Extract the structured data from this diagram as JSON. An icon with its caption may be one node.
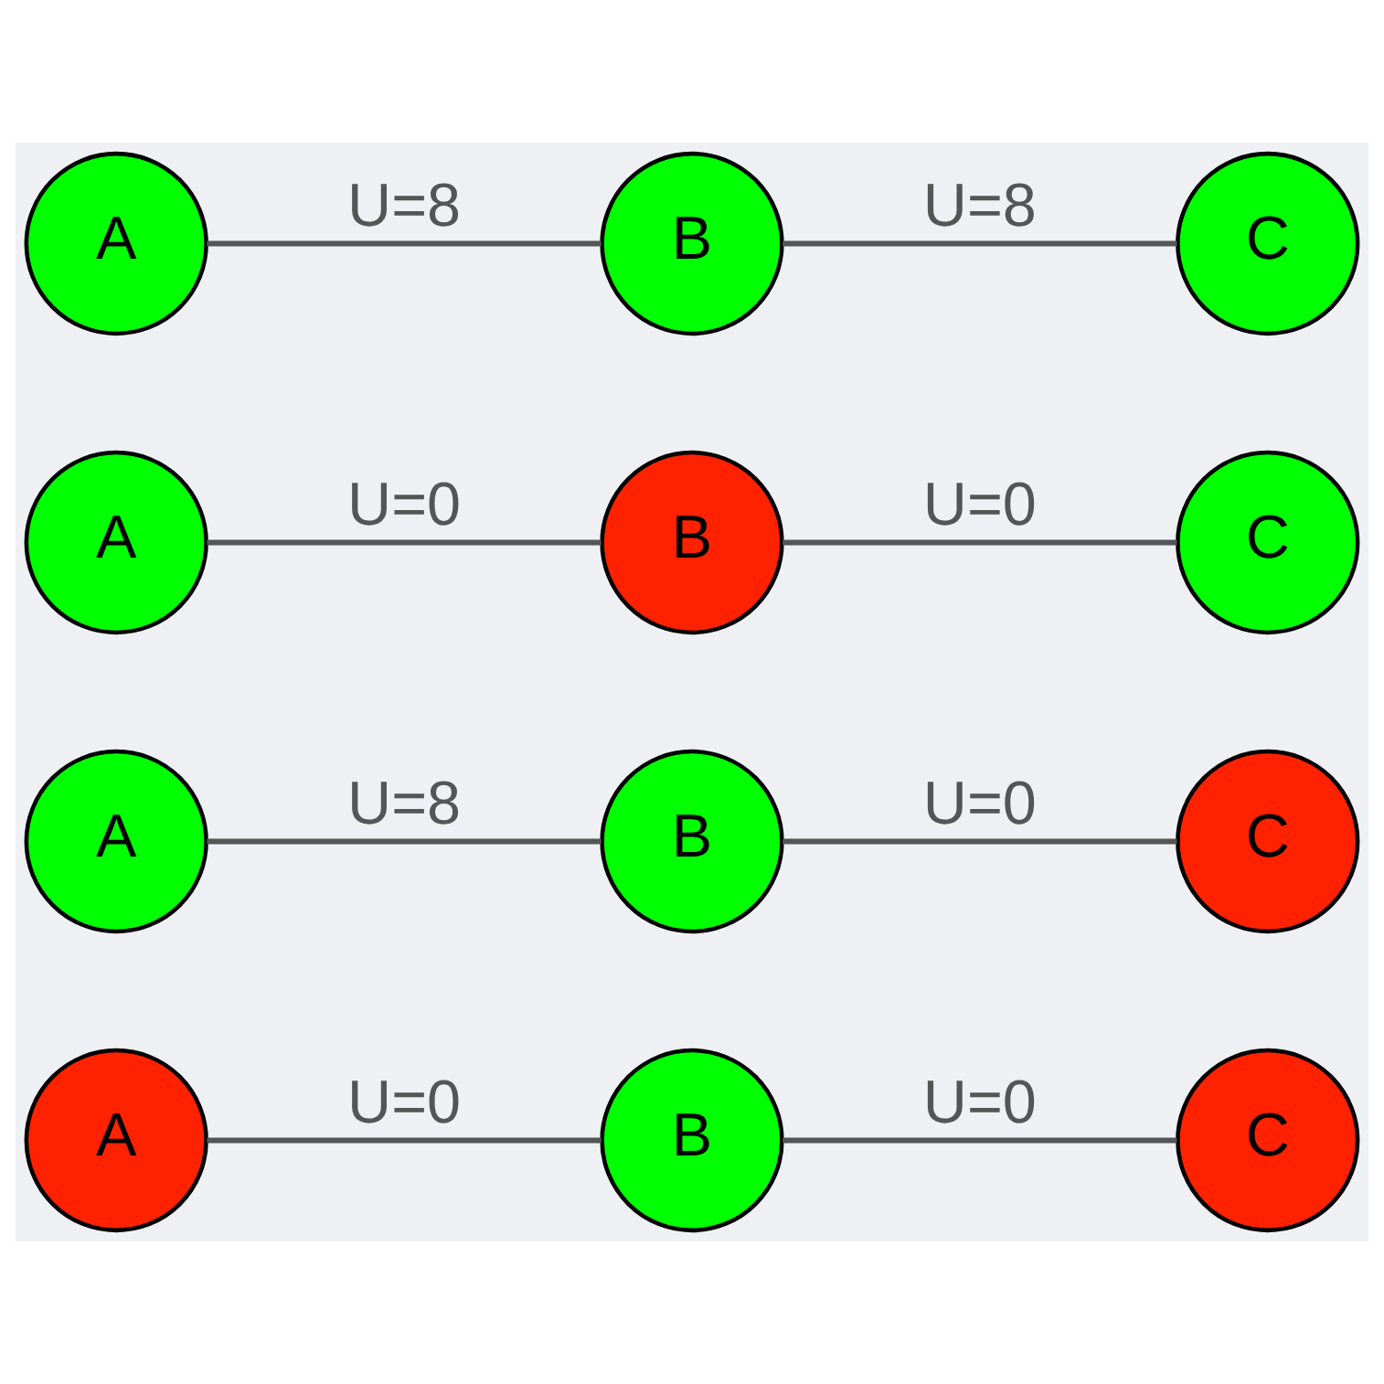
{
  "diagram": {
    "nodes": [
      {
        "text": [
          "A"
        ]
      },
      {
        "text": [
          "B"
        ]
      },
      {
        "text": [
          "C"
        ]
      },
      {
        "text": [
          "A"
        ]
      },
      {
        "text": [
          "B"
        ]
      },
      {
        "text": [
          "C"
        ]
      },
      {
        "text": [
          "A"
        ]
      },
      {
        "text": [
          "B"
        ]
      },
      {
        "text": [
          "C"
        ]
      },
      {
        "text": [
          "A"
        ]
      },
      {
        "text": [
          "B"
        ]
      },
      {
        "text": [
          "C"
        ]
      }
    ],
    "edges": [
      {
        "from": 0,
        "to": 1,
        "arrow": "none",
        "label": "U=0"
      },
      {
        "from": 1,
        "to": 2,
        "arrow": "none",
        "label": "U=0"
      },
      {
        "from": 3,
        "to": 4,
        "arrow": "none",
        "label": "U=8"
      },
      {
        "from": 4,
        "to": 5,
        "arrow": "none",
        "label": "U=0"
      },
      {
        "from": 6,
        "to": 7,
        "arrow": "none",
        "label": "U=0"
      },
      {
        "from": 7,
        "to": 8,
        "arrow": "none",
        "label": "U=0"
      },
      {
        "from": 9,
        "to": 10,
        "arrow": "none",
        "label": "U=8"
      },
      {
        "from": 10,
        "to": 11,
        "arrow": "none",
        "label": "U=8"
      }
    ]
  }
}
